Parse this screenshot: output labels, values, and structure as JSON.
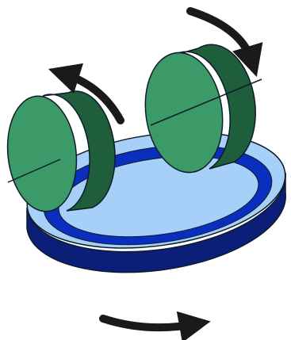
{
  "colors": {
    "background": "#ffffff",
    "platter_top": "#a6d0f7",
    "platter_ring": "#0a2fbf",
    "platter_side": "#0b1f78",
    "wheel_face": "#3c9a69",
    "wheel_side": "#1f5e3a",
    "outline": "#0d1b2a",
    "arrow": "#1a1a1a"
  },
  "components": {
    "turntable": "turntable",
    "wheels": [
      "wheel-left",
      "wheel-right"
    ],
    "arrows": [
      "arrow-left-wheel",
      "arrow-right-wheel",
      "arrow-turntable"
    ]
  }
}
